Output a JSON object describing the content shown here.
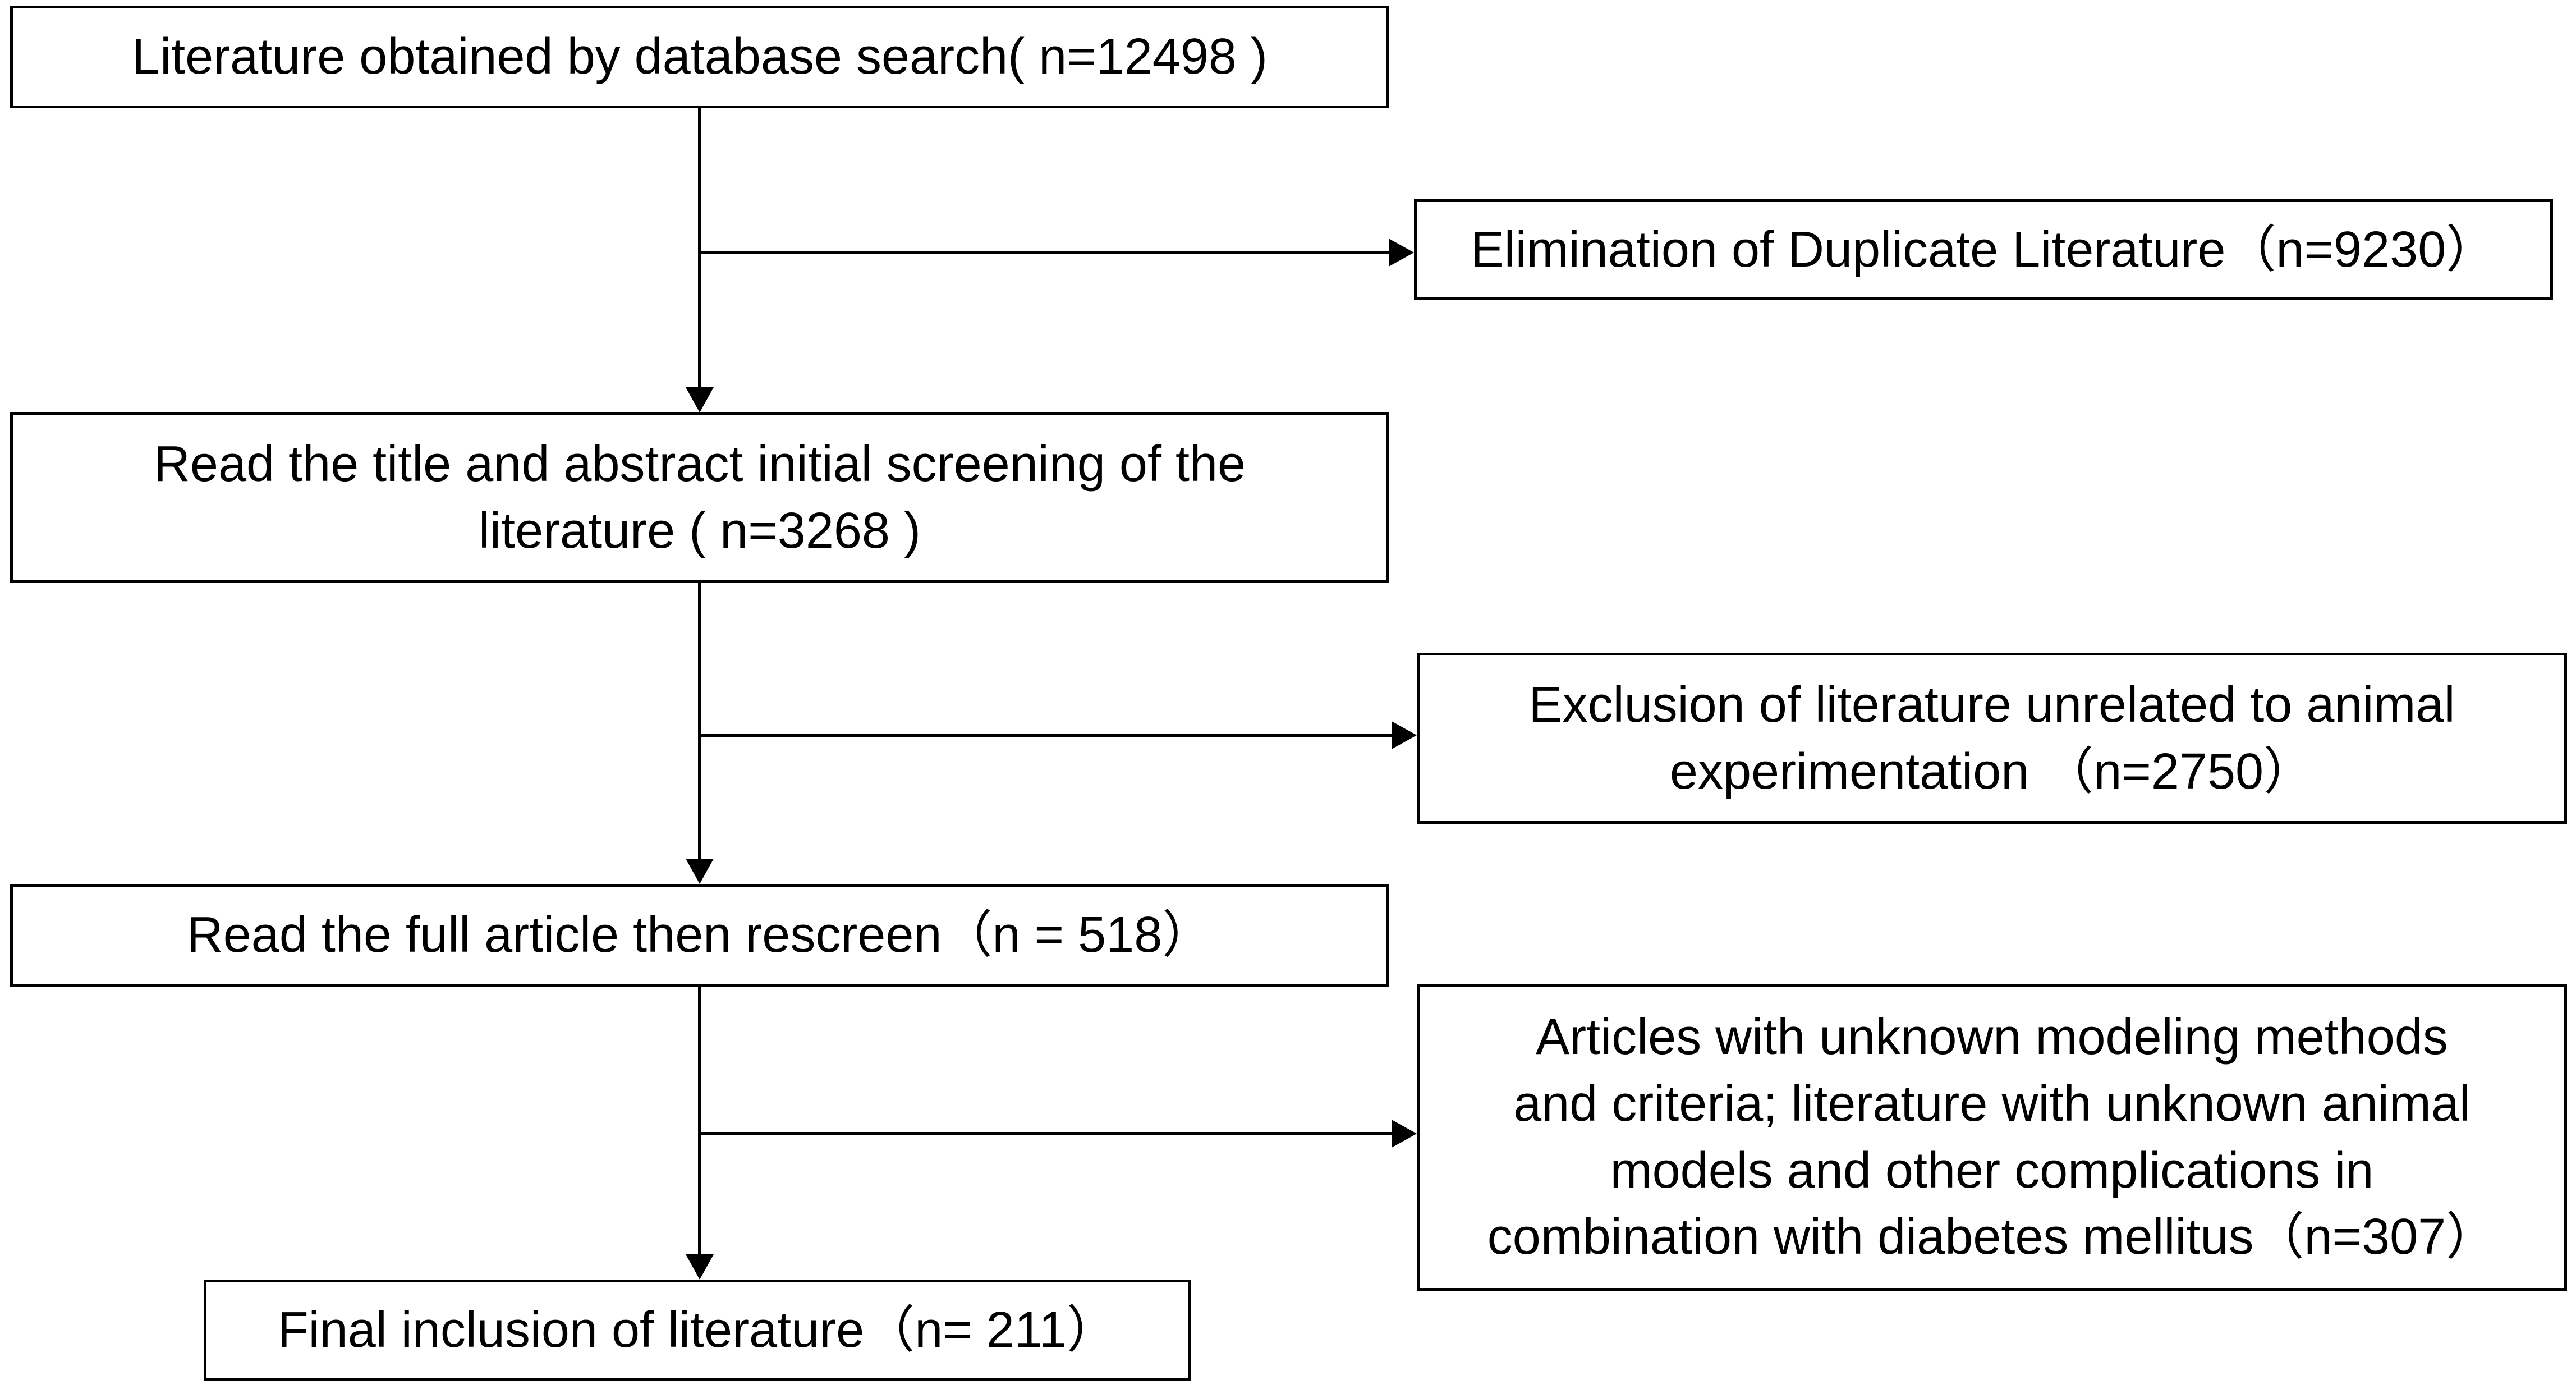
{
  "flowchart": {
    "steps": {
      "search": "Literature obtained by database search( n=12498 )",
      "title_abstract": "Read the title and abstract initial screening of the\nliterature ( n=3268 )",
      "full_article": "Read the full article then rescreen（n = 518）",
      "final": "Final inclusion of literature（n= 211）"
    },
    "exclusions": {
      "duplicates": "Elimination of Duplicate Literature（n=9230）",
      "unrelated": "Exclusion of literature unrelated to animal\nexperimentation （n=2750）",
      "unknown_methods": "Articles with unknown modeling methods\nand criteria; literature with unknown animal\nmodels and other complications in\ncombination with diabetes mellitus（n=307）"
    }
  }
}
